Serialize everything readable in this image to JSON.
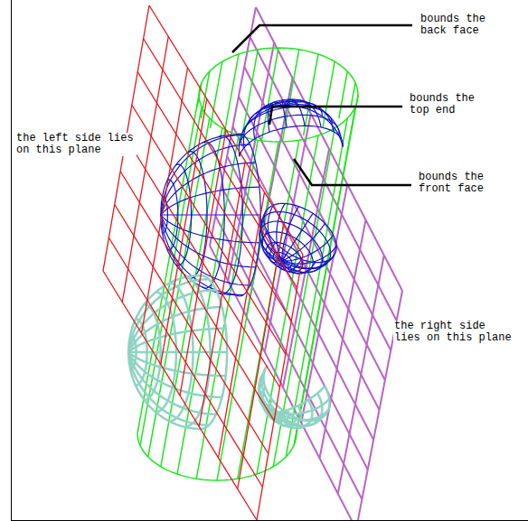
{
  "diagram": {
    "labels": [
      "bounds the back face",
      "bounds the top end",
      "bounds the front face",
      "the left side lies on this plane",
      "the right side lies on this plane"
    ]
  }
}
